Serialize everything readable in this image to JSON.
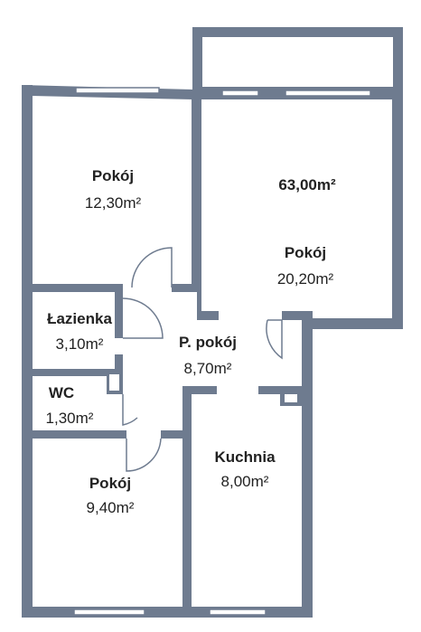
{
  "colors": {
    "wall": "#6e7b8f",
    "floor": "#ffffff",
    "window": "#ffffff",
    "door_line": "#6e7b8f"
  },
  "total_area": "63,00m²",
  "rooms": [
    {
      "name": "Pokój",
      "area": "12,30m²"
    },
    {
      "name": "Pokój",
      "area": "20,20m²"
    },
    {
      "name": "Łazienka",
      "area": "3,10m²"
    },
    {
      "name": "P. pokój",
      "area": "8,70m²"
    },
    {
      "name": "WC",
      "area": "1,30m²"
    },
    {
      "name": "Pokój",
      "area": "9,40m²"
    },
    {
      "name": "Kuchnia",
      "area": "8,00m²"
    }
  ]
}
